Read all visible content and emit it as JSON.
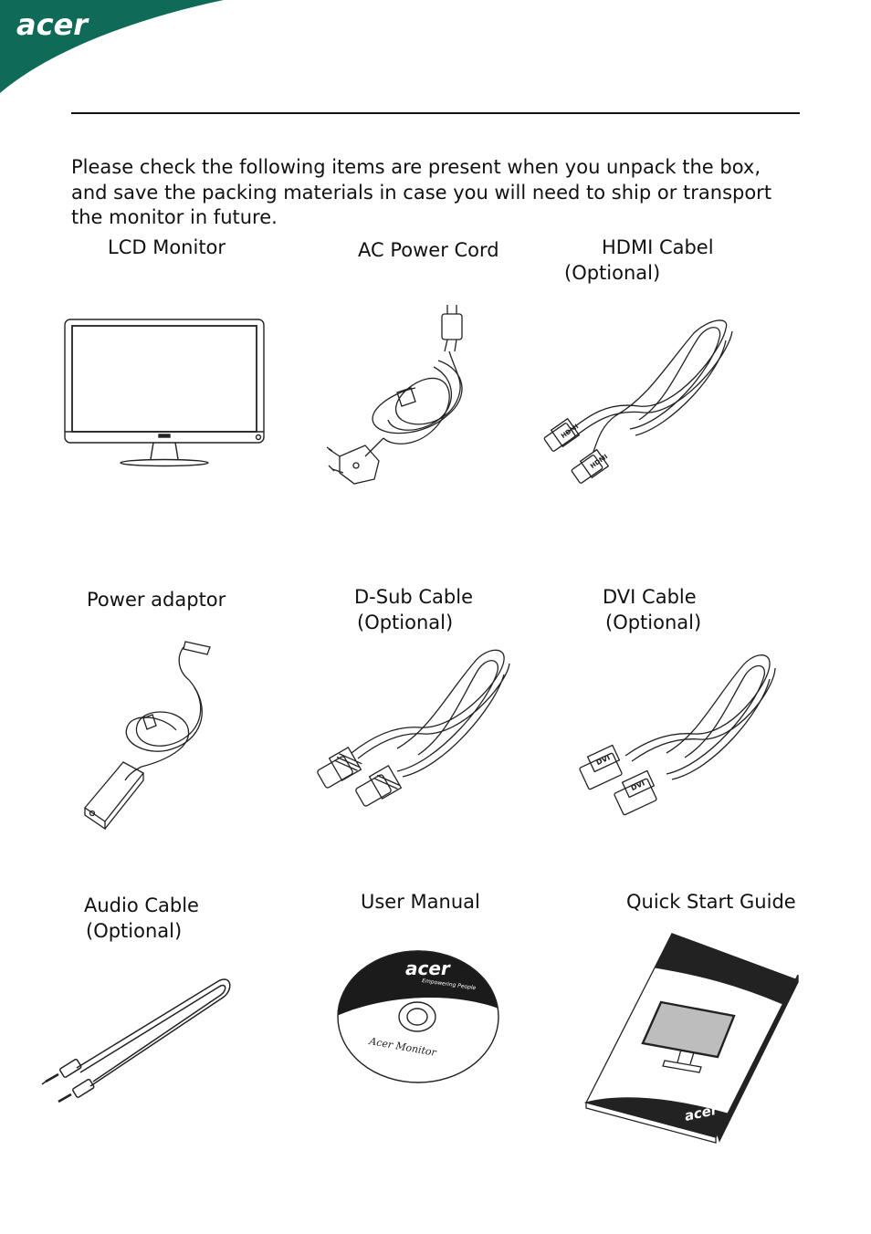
{
  "brand": {
    "logo_text": "acer",
    "color": "#0f6b57"
  },
  "intro": "Please check the following items are present when you unpack the box, and save the packing materials in case you will need to ship or transport the monitor in future.",
  "items": [
    {
      "line1": "LCD Monitor",
      "line2": ""
    },
    {
      "line1": "AC Power Cord",
      "line2": ""
    },
    {
      "line1": "HDMI Cabel",
      "line2": "(Optional)"
    },
    {
      "line1": "Power adaptor",
      "line2": ""
    },
    {
      "line1": "D-Sub Cable",
      "line2": "(Optional)"
    },
    {
      "line1": "DVI Cable",
      "line2": "(Optional)"
    },
    {
      "line1": "Audio Cable",
      "line2": "(Optional)"
    },
    {
      "line1": "User Manual",
      "line2": ""
    },
    {
      "line1": "Quick Start Guide",
      "line2": ""
    }
  ],
  "cd": {
    "brand": "acer",
    "tagline": "Empowering People",
    "title": "Acer Monitor"
  },
  "guide": {
    "brand": "acer"
  },
  "connector_labels": {
    "hdmi": "HDMI",
    "dvi": "DVI"
  }
}
